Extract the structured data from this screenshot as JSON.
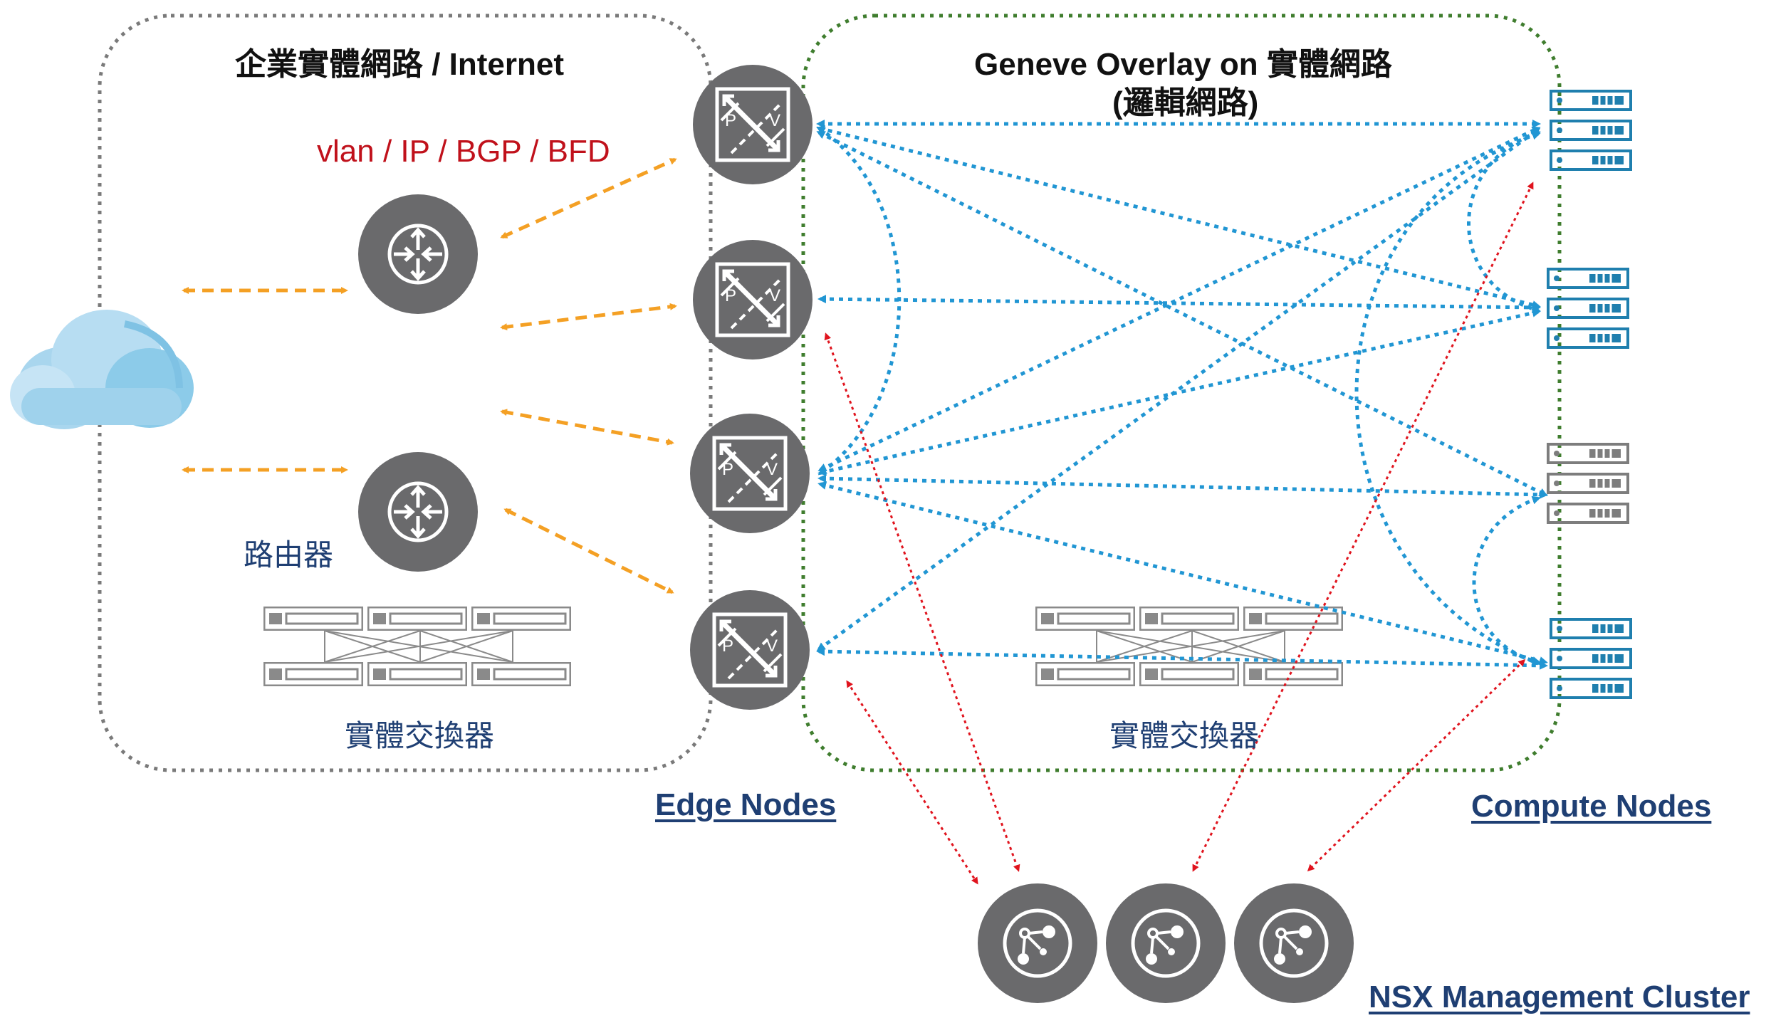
{
  "zones": {
    "enterprise": {
      "title": "企業實體網路 / Internet",
      "protocols": "vlan / IP / BGP / BFD",
      "router_label": "路由器",
      "switch_label": "實體交換器"
    },
    "overlay": {
      "title": "Geneve Overlay on 實體網路",
      "subtitle": "(邏輯網路)",
      "switch_label": "實體交換器"
    }
  },
  "sections": {
    "edge_nodes": "Edge Nodes",
    "compute_nodes": "Compute Nodes",
    "nsx_cluster": "NSX Management Cluster"
  },
  "edge_node_glyph": {
    "left": "P",
    "right": "V"
  },
  "colors": {
    "orange_link": "#f4a024",
    "blue_link": "#2196d3",
    "red_link": "#e0141e",
    "node_gray": "#6a6a6c",
    "enterprise_border": "#7a7a7a",
    "overlay_border": "#3f7d2e",
    "server_teal": "#1f7fae",
    "server_gray": "#7d7d7d"
  },
  "icons": [
    "cloud-icon",
    "router-icon",
    "switch-icon",
    "edge-node-icon",
    "server-rack-icon",
    "nsx-manager-icon"
  ]
}
